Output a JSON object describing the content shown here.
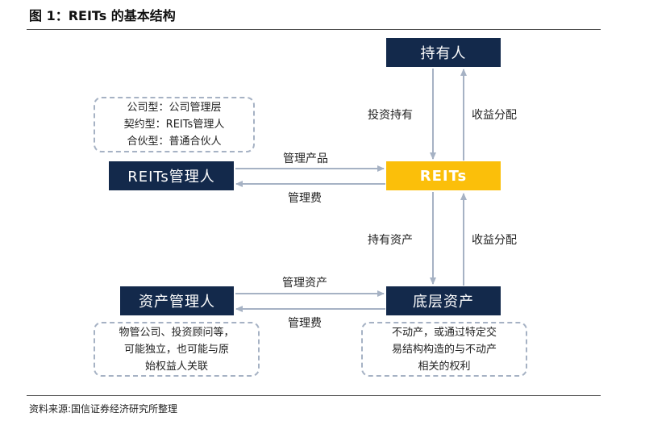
{
  "figure": {
    "title": "图 1：REITs 的基本结构",
    "source": "资料来源:国信证券经济研究所整理"
  },
  "nodes": {
    "holder": "持有人",
    "reits": "REITs",
    "reits_manager": "REITs管理人",
    "asset_manager": "资产管理人",
    "underlying_assets": "底层资产"
  },
  "notes": {
    "manager_types": [
      "公司型：公司管理层",
      "契约型：REITs管理人",
      "合伙型：普通合伙人"
    ],
    "asset_manager_types": [
      "物管公司、投资顾问等，",
      "可能独立，也可能与原",
      "始权益人关联"
    ],
    "asset_types": [
      "不动产，或通过特定交",
      "易结构构造的与不动产",
      "相关的权利"
    ]
  },
  "edges": {
    "holder_to_reits": "投资持有",
    "reits_to_holder": "收益分配",
    "manager_to_reits": "管理产品",
    "reits_to_manager": "管理费",
    "reits_to_assets": "持有资产",
    "assets_to_reits": "收益分配",
    "asset_manager_to_assets": "管理资产",
    "assets_to_asset_manager": "管理费"
  },
  "colors": {
    "node_fill": "#13294b",
    "highlight_fill": "#fbbf0a",
    "arrow": "#a6b2c4",
    "note_border": "#a6b2c4"
  }
}
